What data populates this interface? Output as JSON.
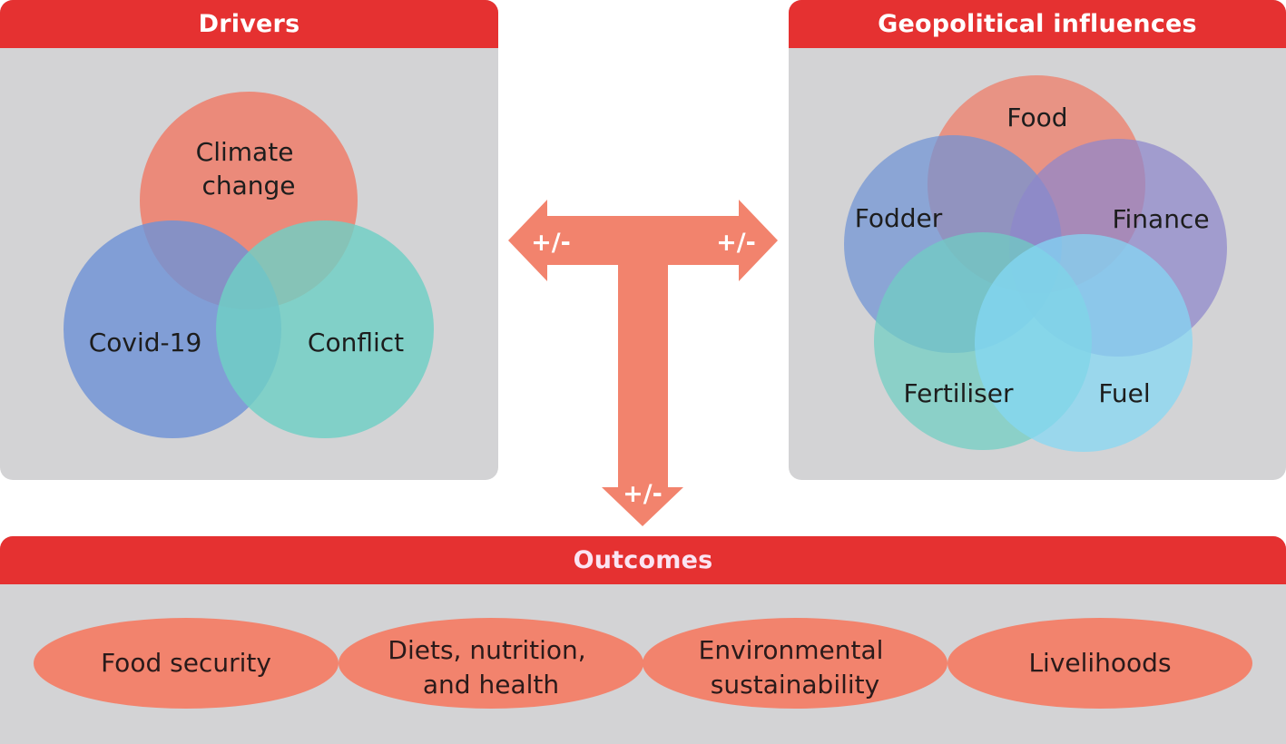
{
  "drivers": {
    "title": "Drivers",
    "circles": [
      {
        "label_lines": [
          "Climate",
          "change"
        ],
        "color": "#f07a65"
      },
      {
        "label_lines": [
          "Covid-19"
        ],
        "color": "#6f93d5"
      },
      {
        "label_lines": [
          "Conflict"
        ],
        "color": "#6fcfc4"
      }
    ]
  },
  "geopolitical": {
    "title": "Geopolitical influences",
    "circles": [
      {
        "label_lines": [
          "Food"
        ],
        "color": "#f07a65"
      },
      {
        "label_lines": [
          "Fodder"
        ],
        "color": "#6f93d5"
      },
      {
        "label_lines": [
          "Finance"
        ],
        "color": "#8e86cc"
      },
      {
        "label_lines": [
          "Fertiliser"
        ],
        "color": "#6fcfc4"
      },
      {
        "label_lines": [
          "Fuel"
        ],
        "color": "#84d8f5"
      }
    ]
  },
  "connector": {
    "left_label": "+/-",
    "right_label": "+/-",
    "down_label": "+/-",
    "color": "#f2836d"
  },
  "outcomes": {
    "title": "Outcomes",
    "items": [
      {
        "label_lines": [
          "Food security"
        ]
      },
      {
        "label_lines": [
          "Diets, nutrition,",
          "and health"
        ]
      },
      {
        "label_lines": [
          "Environmental",
          "sustainability"
        ]
      },
      {
        "label_lines": [
          "Livelihoods"
        ]
      }
    ]
  },
  "colors": {
    "header_red": "#e53131",
    "panel_gray": "#d3d3d5",
    "oval_fill": "#f2836d"
  }
}
